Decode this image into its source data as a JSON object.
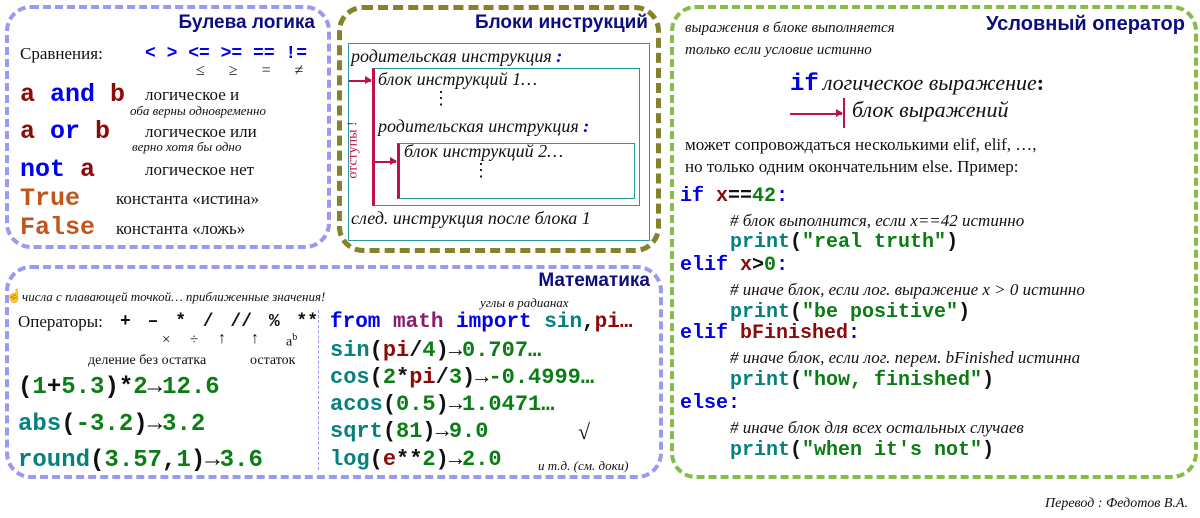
{
  "colors": {
    "keyword": "#0000ee",
    "variable": "#8b0a0a",
    "function": "#078080",
    "number": "#0b7d14",
    "constant": "#c0561c",
    "title": "#0d0d80"
  },
  "boolean": {
    "title": "Булева логика",
    "comparisons_label": "Сравнения:",
    "comparison_ops": "< > <= >= == !=",
    "comparison_symbols": "≤  ≥  =  ≠",
    "rows": [
      {
        "code": [
          {
            "t": "a ",
            "c": "var"
          },
          {
            "t": "and ",
            "c": "kw"
          },
          {
            "t": "b",
            "c": "var"
          }
        ],
        "desc": "логическое и",
        "note": "оба верны одновременно"
      },
      {
        "code": [
          {
            "t": "a ",
            "c": "var"
          },
          {
            "t": "or ",
            "c": "kw"
          },
          {
            "t": "b",
            "c": "var"
          }
        ],
        "desc": "логическое или",
        "note": "верно хотя бы одно"
      },
      {
        "code": [
          {
            "t": "not ",
            "c": "kw"
          },
          {
            "t": "a",
            "c": "var"
          }
        ],
        "desc": "логическое нет"
      },
      {
        "code": [
          {
            "t": "True",
            "c": "const"
          }
        ],
        "desc": "константа «истина»"
      },
      {
        "code": [
          {
            "t": "False",
            "c": "const"
          }
        ],
        "desc": "константа «ложь»"
      }
    ]
  },
  "blocks": {
    "title": "Блоки инструкций",
    "parent1": "родительская инструкция",
    "colon": ":",
    "block1": "блок инструкций 1…",
    "dots": "⋮",
    "parent2": "родительская инструкция",
    "block2": "блок инструкций 2…",
    "indent_label": "отступы !",
    "next": "след. инструкция после  блока 1"
  },
  "math": {
    "title": "Математика",
    "warning_icon": "hand-icon",
    "note": "числа с плавающей точкой… приближенные значения!",
    "angles": "углы в радианах",
    "operators_label": "Операторы:",
    "operators": "+ – * / // % **",
    "symbols": {
      "mul": "×",
      "div": "÷",
      "pow": "a",
      "pow_sup": "b"
    },
    "floordiv_label": "деление без остатка",
    "mod_label": "остаток",
    "left": [
      [
        {
          "t": "(",
          "c": "txt"
        },
        {
          "t": "1",
          "c": "num"
        },
        {
          "t": "+",
          "c": "txt"
        },
        {
          "t": "5.3",
          "c": "num"
        },
        {
          "t": ")*",
          "c": "txt"
        },
        {
          "t": "2",
          "c": "num"
        },
        {
          "t": "→",
          "c": "txt"
        },
        {
          "t": "12.6",
          "c": "num"
        }
      ],
      [
        {
          "t": "abs",
          "c": "fn"
        },
        {
          "t": "(",
          "c": "txt"
        },
        {
          "t": "-3.2",
          "c": "num"
        },
        {
          "t": ")→",
          "c": "txt"
        },
        {
          "t": "3.2",
          "c": "num"
        }
      ],
      [
        {
          "t": "round",
          "c": "fn"
        },
        {
          "t": "(",
          "c": "txt"
        },
        {
          "t": "3.57",
          "c": "num"
        },
        {
          "t": ",",
          "c": "txt"
        },
        {
          "t": "1",
          "c": "num"
        },
        {
          "t": ")→",
          "c": "txt"
        },
        {
          "t": "3.6",
          "c": "num"
        }
      ]
    ],
    "right": [
      [
        {
          "t": "from ",
          "c": "kw"
        },
        {
          "t": "math ",
          "c": "mod"
        },
        {
          "t": "import ",
          "c": "kw"
        },
        {
          "t": "sin",
          "c": "fn"
        },
        {
          "t": ",",
          "c": "txt"
        },
        {
          "t": "pi…",
          "c": "var"
        }
      ],
      [
        {
          "t": "sin",
          "c": "fn"
        },
        {
          "t": "(",
          "c": "txt"
        },
        {
          "t": "pi",
          "c": "var"
        },
        {
          "t": "/",
          "c": "txt"
        },
        {
          "t": "4",
          "c": "num"
        },
        {
          "t": ")→",
          "c": "txt"
        },
        {
          "t": "0.707…",
          "c": "num"
        }
      ],
      [
        {
          "t": "cos",
          "c": "fn"
        },
        {
          "t": "(",
          "c": "txt"
        },
        {
          "t": "2",
          "c": "num"
        },
        {
          "t": "*",
          "c": "txt"
        },
        {
          "t": "pi",
          "c": "var"
        },
        {
          "t": "/",
          "c": "txt"
        },
        {
          "t": "3",
          "c": "num"
        },
        {
          "t": ")→",
          "c": "txt"
        },
        {
          "t": "-0.4999…",
          "c": "num"
        }
      ],
      [
        {
          "t": "acos",
          "c": "fn"
        },
        {
          "t": "(",
          "c": "txt"
        },
        {
          "t": "0.5",
          "c": "num"
        },
        {
          "t": ")→",
          "c": "txt"
        },
        {
          "t": "1.0471…",
          "c": "num"
        }
      ],
      [
        {
          "t": "sqrt",
          "c": "fn"
        },
        {
          "t": "(",
          "c": "txt"
        },
        {
          "t": "81",
          "c": "num"
        },
        {
          "t": ")→",
          "c": "txt"
        },
        {
          "t": "9.0",
          "c": "num"
        }
      ],
      [
        {
          "t": "log",
          "c": "fn"
        },
        {
          "t": "(",
          "c": "txt"
        },
        {
          "t": "e",
          "c": "var"
        },
        {
          "t": "**",
          "c": "txt"
        },
        {
          "t": "2",
          "c": "num"
        },
        {
          "t": ")→",
          "c": "txt"
        },
        {
          "t": "2.0",
          "c": "num"
        }
      ]
    ],
    "sqrt_symbol": "√",
    "etc": "и т.д. (см. доки)"
  },
  "conditional": {
    "title": "Условный оператор",
    "intro1": "выражения в блоке выполняется",
    "intro2": "только если условие истинно",
    "if_kw": "if",
    "if_expr": "логическое выражение",
    "colon": ":",
    "block": "блок выражений",
    "text1": "может сопровождаться несколькими elif, elif, …,",
    "text2": "но только одним окончательним else. Пример:",
    "code": [
      {
        "indent": false,
        "tokens": [
          {
            "t": "if ",
            "c": "kw"
          },
          {
            "t": "x",
            "c": "var"
          },
          {
            "t": "==",
            "c": "txt"
          },
          {
            "t": "42",
            "c": "num"
          },
          {
            "t": ":",
            "c": "kw"
          }
        ]
      },
      {
        "indent": true,
        "comment": "# блок выполнится, если x==42 истинно"
      },
      {
        "indent": true,
        "tokens": [
          {
            "t": "print",
            "c": "fn"
          },
          {
            "t": "(",
            "c": "txt"
          },
          {
            "t": "\"real truth\"",
            "c": "num"
          },
          {
            "t": ")",
            "c": "txt"
          }
        ]
      },
      {
        "indent": false,
        "tokens": [
          {
            "t": "elif ",
            "c": "kw"
          },
          {
            "t": "x",
            "c": "var"
          },
          {
            "t": ">",
            "c": "txt"
          },
          {
            "t": "0",
            "c": "num"
          },
          {
            "t": ":",
            "c": "kw"
          }
        ]
      },
      {
        "indent": true,
        "comment": "# иначе блок, если лог. выражение x > 0 истинно"
      },
      {
        "indent": true,
        "tokens": [
          {
            "t": "print",
            "c": "fn"
          },
          {
            "t": "(",
            "c": "txt"
          },
          {
            "t": "\"be positive\"",
            "c": "num"
          },
          {
            "t": ")",
            "c": "txt"
          }
        ]
      },
      {
        "indent": false,
        "tokens": [
          {
            "t": "elif ",
            "c": "kw"
          },
          {
            "t": "bFinished",
            "c": "var"
          },
          {
            "t": ":",
            "c": "kw"
          }
        ]
      },
      {
        "indent": true,
        "comment": "# иначе блок, если лог. перем. bFinished истинна"
      },
      {
        "indent": true,
        "tokens": [
          {
            "t": "print",
            "c": "fn"
          },
          {
            "t": "(",
            "c": "txt"
          },
          {
            "t": "\"how, finished\"",
            "c": "num"
          },
          {
            "t": ")",
            "c": "txt"
          }
        ]
      },
      {
        "indent": false,
        "tokens": [
          {
            "t": "else",
            "c": "kw"
          },
          {
            "t": ":",
            "c": "kw"
          }
        ]
      },
      {
        "indent": true,
        "comment": "# иначе блок для всех остальных случаев"
      },
      {
        "indent": true,
        "tokens": [
          {
            "t": "print",
            "c": "fn"
          },
          {
            "t": "(",
            "c": "txt"
          },
          {
            "t": "\"when it's not\"",
            "c": "num"
          },
          {
            "t": ")",
            "c": "txt"
          }
        ]
      }
    ]
  },
  "footer": "Перевод : Федотов В.А."
}
